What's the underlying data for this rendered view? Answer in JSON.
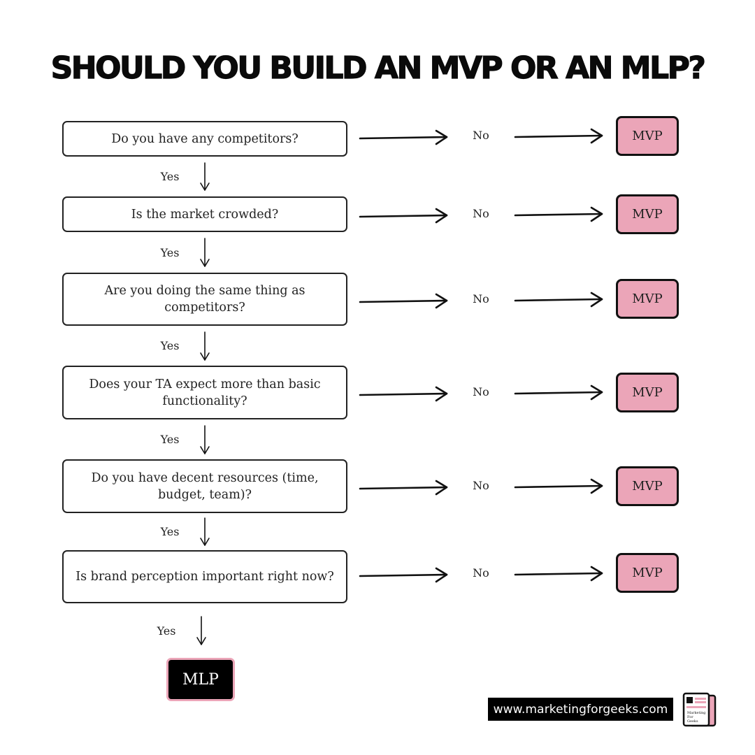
{
  "title": "SHOULD YOU BUILD AN MVP OR AN MLP?",
  "questions": [
    "Do you have any competitors?",
    "Is the market crowded?",
    "Are you doing the same thing as competitors?",
    "Does your TA expect more than basic functionality?",
    "Do you have decent resources (time, budget, team)?",
    "Is brand perception important right now?"
  ],
  "yes_label": "Yes",
  "no_label": "No",
  "mvp_label": "MVP",
  "mlp_label": "MLP",
  "footer": {
    "url": "www.marketingforgeeks.com",
    "logo_text": "Marketing For Geeks",
    "logo_icon": "newspaper-logo-icon"
  },
  "colors": {
    "pink": "#eba5b8",
    "black": "#000000"
  }
}
